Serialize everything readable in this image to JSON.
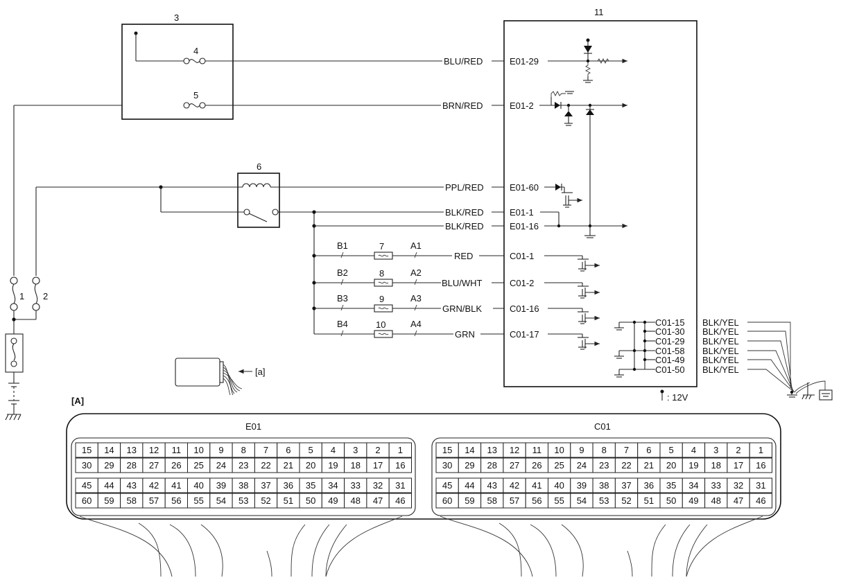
{
  "components": {
    "n1": "1",
    "n2": "2",
    "n3": "3",
    "n4": "4",
    "n5": "5",
    "n6": "6",
    "n7": "7",
    "n8": "8",
    "n9": "9",
    "n10": "10",
    "n11": "11"
  },
  "wires": {
    "blu_red": "BLU/RED",
    "brn_red": "BRN/RED",
    "ppl_red": "PPL/RED",
    "blk_red_1": "BLK/RED",
    "blk_red_2": "BLK/RED",
    "red": "RED",
    "blu_wht": "BLU/WHT",
    "grn_blk": "GRN/BLK",
    "grn": "GRN"
  },
  "terminals": {
    "e01_29": "E01-29",
    "e01_2": "E01-2",
    "e01_60": "E01-60",
    "e01_1": "E01-1",
    "e01_16": "E01-16",
    "c01_1": "C01-1",
    "c01_2": "C01-2",
    "c01_16": "C01-16",
    "c01_17": "C01-17",
    "b1": "B1",
    "b2": "B2",
    "b3": "B3",
    "b4": "B4",
    "a1": "A1",
    "a2": "A2",
    "a3": "A3",
    "a4": "A4"
  },
  "grounds": [
    {
      "terminal": "C01-15",
      "wire": "BLK/YEL"
    },
    {
      "terminal": "C01-30",
      "wire": "BLK/YEL"
    },
    {
      "terminal": "C01-29",
      "wire": "BLK/YEL"
    },
    {
      "terminal": "C01-58",
      "wire": "BLK/YEL"
    },
    {
      "terminal": "C01-49",
      "wire": "BLK/YEL"
    },
    {
      "terminal": "C01-50",
      "wire": "BLK/YEL"
    }
  ],
  "legend": {
    "voltage": ": 12V",
    "a_label": "[a]",
    "section_label": "[A]"
  },
  "connectors": {
    "e01": {
      "title": "E01",
      "rows": [
        [
          "15",
          "14",
          "13",
          "12",
          "11",
          "10",
          "9",
          "8",
          "7",
          "6",
          "5",
          "4",
          "3",
          "2",
          "1"
        ],
        [
          "30",
          "29",
          "28",
          "27",
          "26",
          "25",
          "24",
          "23",
          "22",
          "21",
          "20",
          "19",
          "18",
          "17",
          "16"
        ],
        [
          "45",
          "44",
          "43",
          "42",
          "41",
          "40",
          "39",
          "38",
          "37",
          "36",
          "35",
          "34",
          "33",
          "32",
          "31"
        ],
        [
          "60",
          "59",
          "58",
          "57",
          "56",
          "55",
          "54",
          "53",
          "52",
          "51",
          "50",
          "49",
          "48",
          "47",
          "46"
        ]
      ]
    },
    "c01": {
      "title": "C01",
      "rows": [
        [
          "15",
          "14",
          "13",
          "12",
          "11",
          "10",
          "9",
          "8",
          "7",
          "6",
          "5",
          "4",
          "3",
          "2",
          "1"
        ],
        [
          "30",
          "29",
          "28",
          "27",
          "26",
          "25",
          "24",
          "23",
          "22",
          "21",
          "20",
          "19",
          "18",
          "17",
          "16"
        ],
        [
          "45",
          "44",
          "43",
          "42",
          "41",
          "40",
          "39",
          "38",
          "37",
          "36",
          "35",
          "34",
          "33",
          "32",
          "31"
        ],
        [
          "60",
          "59",
          "58",
          "57",
          "56",
          "55",
          "54",
          "53",
          "52",
          "51",
          "50",
          "49",
          "48",
          "47",
          "46"
        ]
      ]
    }
  }
}
